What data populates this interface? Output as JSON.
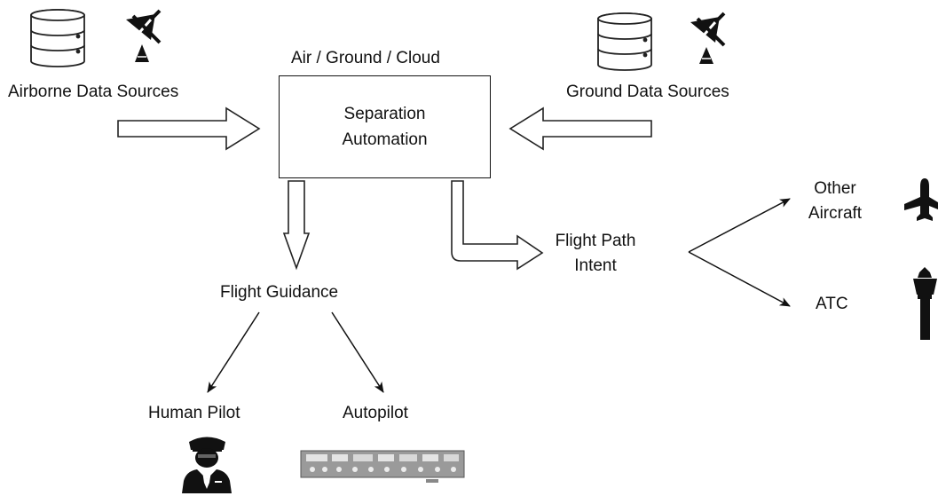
{
  "diagram": {
    "container_label": "Air / Ground / Cloud",
    "automation_line1": "Separation",
    "automation_line2": "Automation",
    "airborne_sources": "Airborne Data Sources",
    "ground_sources": "Ground Data Sources",
    "flight_guidance": "Flight Guidance",
    "flight_path_line1": "Flight Path",
    "flight_path_line2": "Intent",
    "other_aircraft_line1": "Other",
    "other_aircraft_line2": "Aircraft",
    "atc": "ATC",
    "human_pilot": "Human Pilot",
    "autopilot": "Autopilot"
  },
  "icons": {
    "airborne_database": "database-icon",
    "airborne_antenna": "satellite-dish-icon",
    "ground_database": "database-icon",
    "ground_antenna": "satellite-dish-icon",
    "aircraft": "airplane-icon",
    "tower": "control-tower-icon",
    "pilot": "pilot-icon",
    "autopilot_panel": "autopilot-panel-icon"
  }
}
